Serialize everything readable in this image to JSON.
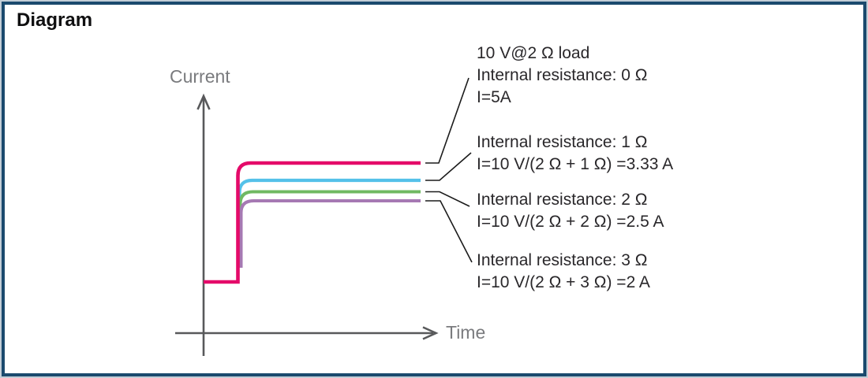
{
  "panel": {
    "title": "Diagram",
    "border_color": "#1b4a6e",
    "outer_edge_color": "#c3ced7"
  },
  "chart": {
    "type": "line",
    "x_axis_label": "Time",
    "y_axis_label": "Current",
    "axis_color": "#58595b",
    "axis_label_color": "#7a7b7e",
    "series": [
      {
        "name": "internal-resistance-0-ohm",
        "steady_state_current": "5 A",
        "color": "#e40a69"
      },
      {
        "name": "internal-resistance-1-ohm",
        "steady_state_current": "3.33 A",
        "color": "#55c1e9"
      },
      {
        "name": "internal-resistance-2-ohm",
        "steady_state_current": "2.5 A",
        "color": "#70b962"
      },
      {
        "name": "internal-resistance-3-ohm",
        "steady_state_current": "2 A",
        "color": "#a679b3"
      }
    ]
  },
  "annotations": [
    {
      "lines": [
        "10 V@2 Ω load",
        "Internal resistance: 0 Ω",
        "I=5A"
      ]
    },
    {
      "lines": [
        "Internal resistance: 1 Ω",
        "I=10 V/(2 Ω + 1 Ω) =3.33 A"
      ]
    },
    {
      "lines": [
        "Internal resistance: 2 Ω",
        "I=10 V/(2 Ω + 2 Ω) =2.5 A"
      ]
    },
    {
      "lines": [
        "Internal resistance: 3 Ω",
        "I=10 V/(2 Ω + 3 Ω) =2 A"
      ]
    }
  ]
}
